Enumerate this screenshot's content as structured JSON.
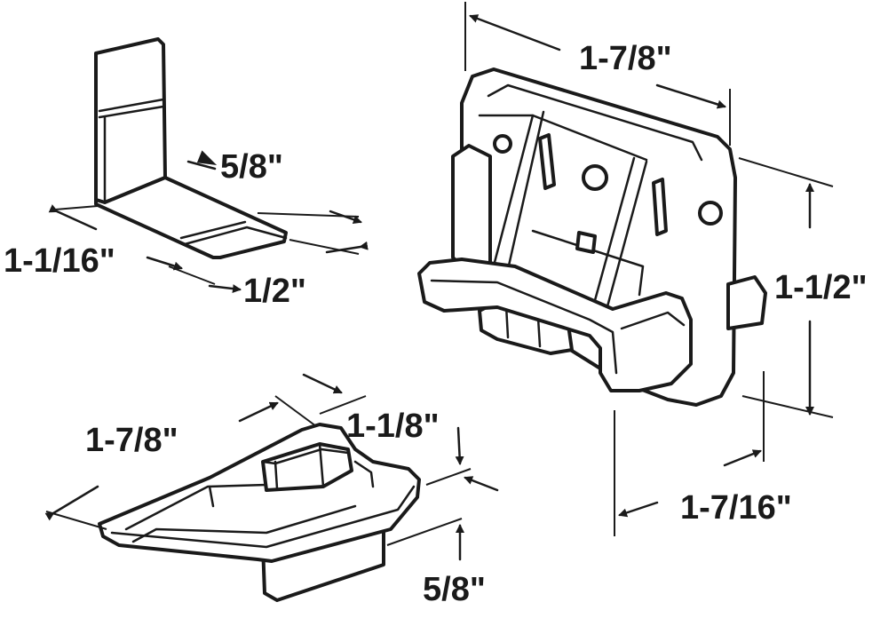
{
  "colors": {
    "line": "#1a1a1a",
    "background": "#ffffff"
  },
  "parts": {
    "bracket": {
      "dims": {
        "depth": "5/8\"",
        "length": "1-1/16\"",
        "width": "1/2\""
      }
    },
    "guide": {
      "dims": {
        "length": "1-7/8\"",
        "width": "1-1/8\"",
        "height": "5/8\""
      }
    },
    "glide": {
      "dims": {
        "width": "1-7/8\"",
        "height": "1-1/2\"",
        "depth": "1-7/16\""
      }
    }
  }
}
